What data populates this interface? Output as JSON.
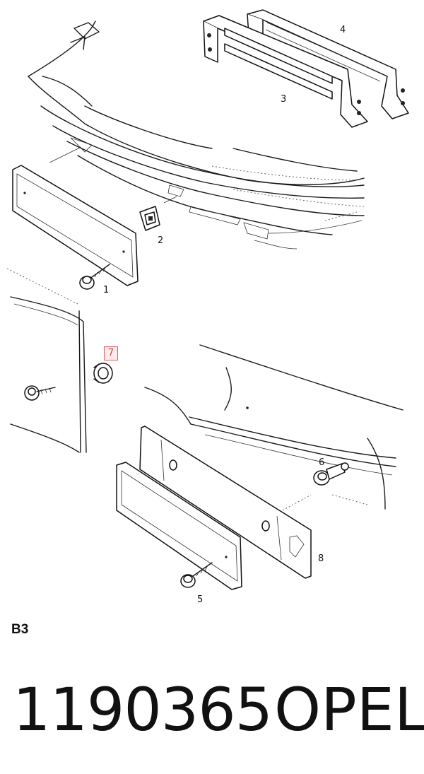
{
  "diagram": {
    "callouts": {
      "c1": "1",
      "c2": "2",
      "c3": "3",
      "c4": "4",
      "c5": "5",
      "c6": "6",
      "c7": "7",
      "c8": "8"
    },
    "highlight_color": "#e06060"
  },
  "caption": {
    "section_code": "B3",
    "part_number": "1190365",
    "brand": "OPEL"
  }
}
